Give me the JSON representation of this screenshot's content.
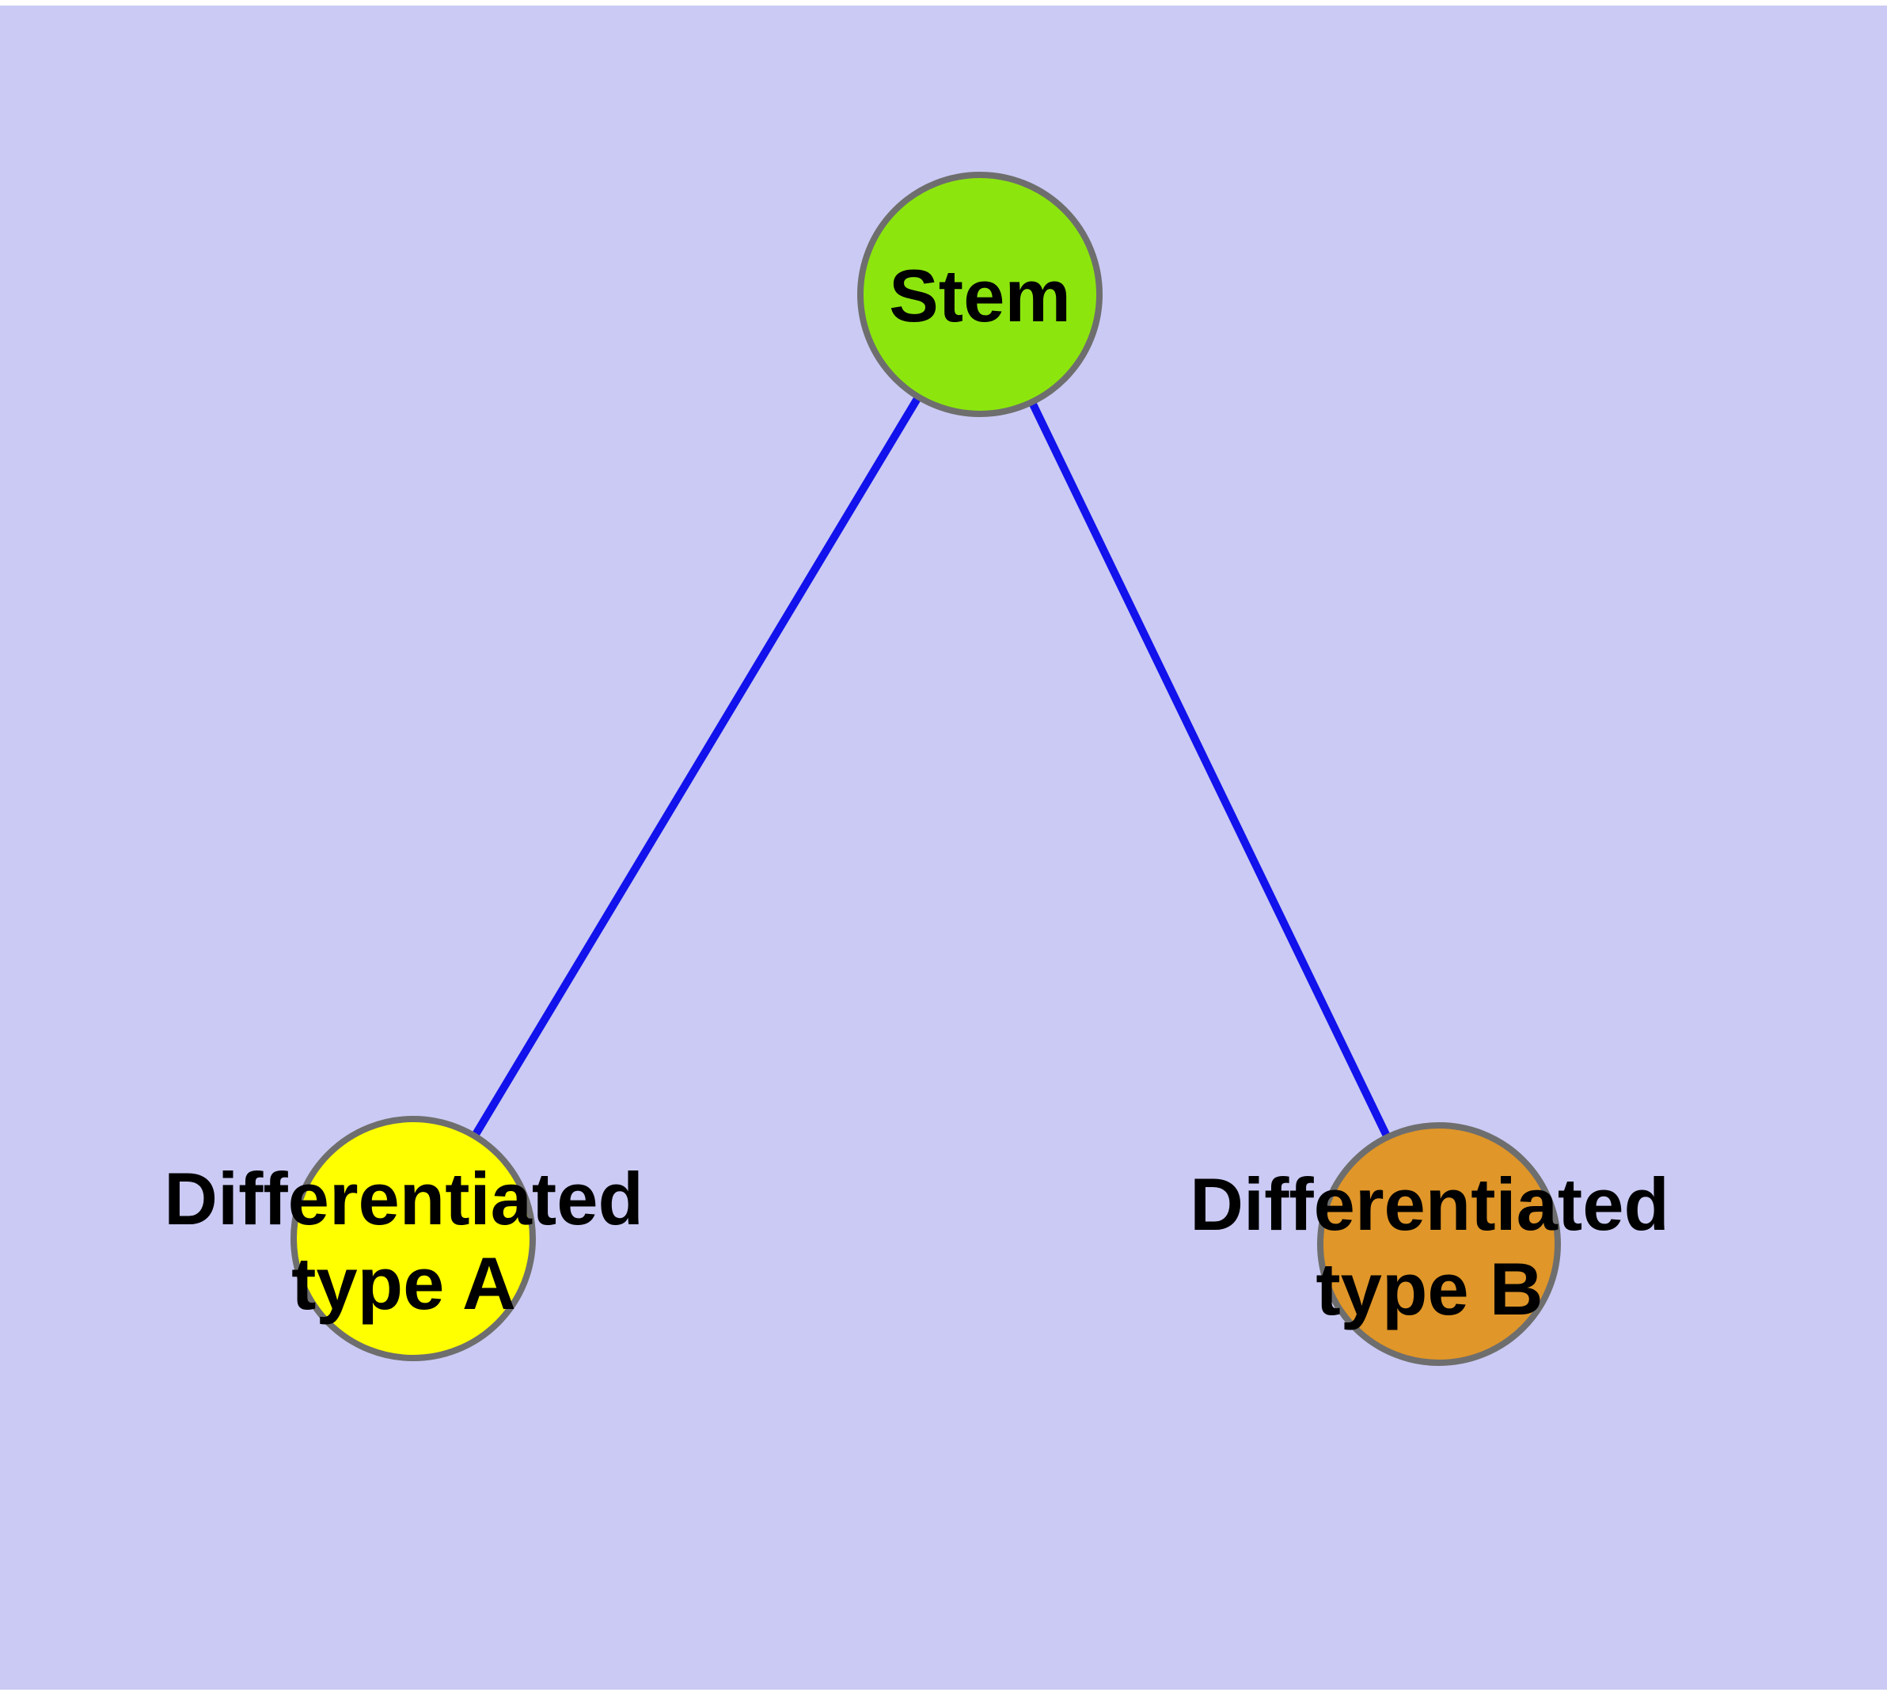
{
  "diagram": {
    "background_color": "#cacaf4",
    "page_margin_color": "#ffffff",
    "edge_color": "#1212ec",
    "node_border_color": "#6e6e6e",
    "label_color": "#000000",
    "nodes": [
      {
        "id": "stem",
        "line1": "Stem",
        "line2": "",
        "fill_color": "#8ce60e"
      },
      {
        "id": "differentiated-type-a",
        "line1": "Differentiated",
        "line2": "type A",
        "fill_color": "#ffff00"
      },
      {
        "id": "differentiated-type-b",
        "line1": "Differentiated",
        "line2": "type B",
        "fill_color": "#e09628"
      }
    ],
    "edges": [
      {
        "from": "stem",
        "to": "differentiated-type-a"
      },
      {
        "from": "stem",
        "to": "differentiated-type-b"
      }
    ]
  }
}
